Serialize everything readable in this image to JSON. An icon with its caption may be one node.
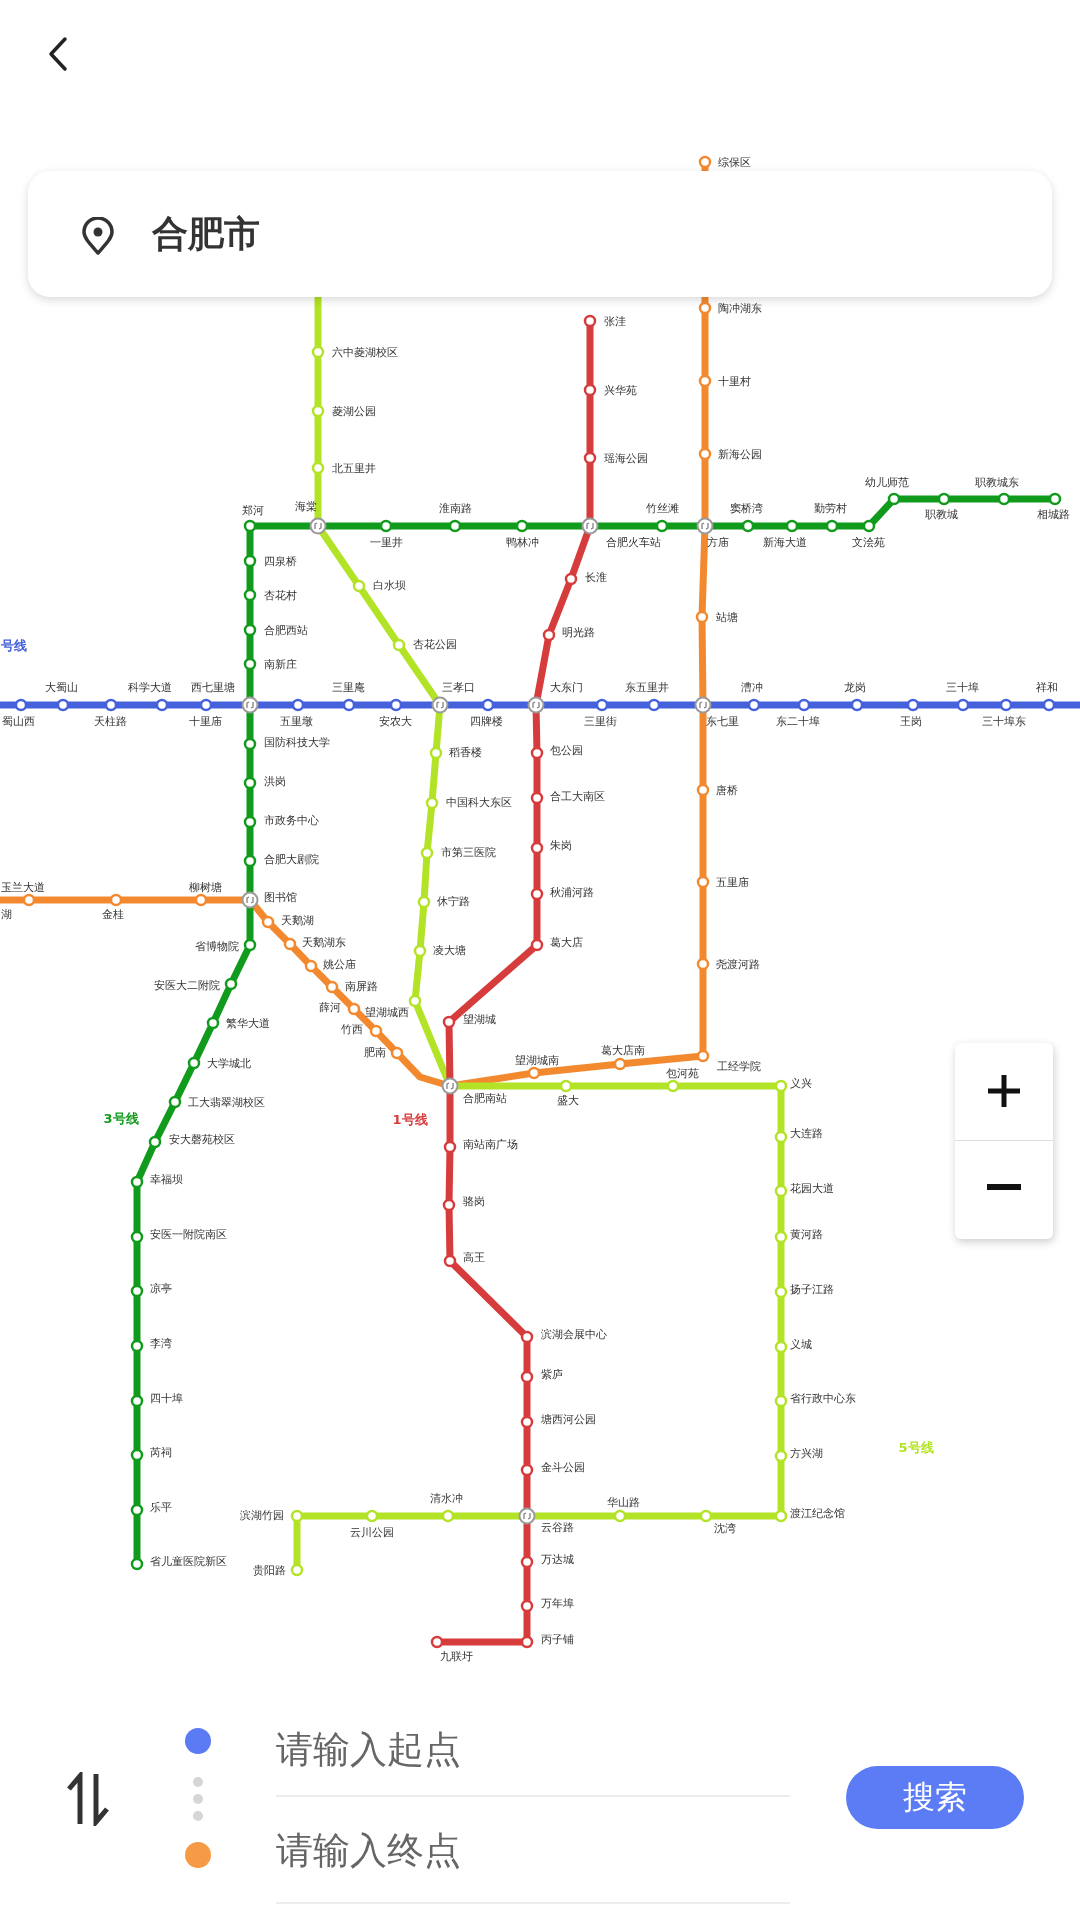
{
  "diagram": {
    "nodes": [
      {
        "text": [
          "合肥市"
        ]
      },
      {
        "text": [
          "请输入起点"
        ]
      },
      {
        "text": [
          "请输入终点"
        ]
      },
      {
        "text": [
          "搜索"
        ]
      }
    ],
    "labels": [
      "六中菱湖校区",
      "菱湖公园",
      "北五里井",
      "郑河",
      "海棠",
      "淮南路",
      "一里井",
      "鸭林冲",
      "竹丝滩",
      "合肥火车站",
      "方庙",
      "窦桥湾",
      "新海大道",
      "勤劳村",
      "文浍苑",
      "幼儿师范",
      "职教城东",
      "职教城",
      "相城路",
      "张洼",
      "兴华苑",
      "瑶海公园",
      "长淮",
      "明光路",
      "综保区",
      "陶冲湖东",
      "十里村",
      "新海公园",
      "站塘",
      "白水坝",
      "杏花公园",
      "四泉桥",
      "杏花村",
      "合肥西站",
      "南新庄",
      "号线",
      "大蜀山",
      "科学大道",
      "西七里塘",
      "三里庵",
      "三孝口",
      "大东门",
      "东五里井",
      "漕冲",
      "龙岗",
      "三十埠",
      "祥和",
      "蜀山西",
      "天柱路",
      "十里庙",
      "五里墩",
      "安农大",
      "四牌楼",
      "三里街",
      "东七里",
      "东二十埠",
      "王岗",
      "三十埠东",
      "国防科技大学",
      "洪岗",
      "市政务中心",
      "合肥大剧院",
      "稻香楼",
      "中国科大东区",
      "市第三医院",
      "休宁路",
      "凌大塘",
      "包公园",
      "合工大南区",
      "朱岗",
      "秋浦河路",
      "葛大店",
      "唐桥",
      "五里庙",
      "尧渡河路",
      "玉兰大道",
      "柳树塘",
      "湖",
      "金桂",
      "图书馆",
      "天鹅湖",
      "天鹅湖东",
      "姚公庙",
      "南屏路",
      "薛河",
      "竹西",
      "肥南",
      "省博物院",
      "安医大二附院",
      "繁华大道",
      "大学城北",
      "工大翡翠湖校区",
      "安大磬苑校区",
      "幸福坝",
      "安医一附院南区",
      "凉亭",
      "李湾",
      "四十埠",
      "芮祠",
      "乐平",
      "省儿童医院新区",
      "3号线",
      "望湖城西",
      "望湖城",
      "望湖城南",
      "葛大店南",
      "工经学院",
      "包河苑",
      "义兴",
      "合肥南站",
      "盛大",
      "1号线",
      "南站南广场",
      "骆岗",
      "高王",
      "滨湖会展中心",
      "紫庐",
      "塘西河公园",
      "金斗公园",
      "大连路",
      "花园大道",
      "黄河路",
      "扬子江路",
      "义城",
      "省行政中心东",
      "方兴湖",
      "5号线",
      "清水冲",
      "华山路",
      "滨湖竹园",
      "渡江纪念馆",
      "云川公园",
      "云谷路",
      "沈湾",
      "万达城",
      "贵阳路",
      "万年埠",
      "丙子铺",
      "九联圩"
    ]
  }
}
